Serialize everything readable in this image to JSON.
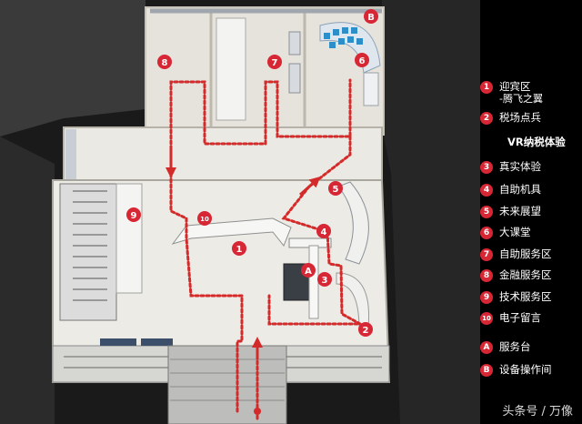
{
  "legend": {
    "items": [
      {
        "badge": "1",
        "label": "迎宾区",
        "sublabel": "-腾飞之翼"
      },
      {
        "badge": "2",
        "label": "税场点兵"
      },
      {
        "badge": "",
        "label": "VR纳税体验"
      },
      {
        "badge": "3",
        "label": "真实体验"
      },
      {
        "badge": "4",
        "label": "自助机具"
      },
      {
        "badge": "5",
        "label": "未来展望"
      },
      {
        "badge": "6",
        "label": "大课堂"
      },
      {
        "badge": "7",
        "label": "自助服务区"
      },
      {
        "badge": "8",
        "label": "金融服务区"
      },
      {
        "badge": "9",
        "label": "技术服务区"
      },
      {
        "badge": "10",
        "label": "电子留言"
      },
      {
        "badge": "A",
        "label": "服务台"
      },
      {
        "badge": "B",
        "label": "设备操作间"
      }
    ]
  },
  "map_markers": [
    "1",
    "2",
    "3",
    "4",
    "5",
    "6",
    "7",
    "8",
    "9",
    "10",
    "A",
    "B"
  ],
  "watermark": "头条号 / 万像",
  "colors": {
    "accent": "#d72634",
    "background": "#000000",
    "floor": "#e9e7e1",
    "route": "#d42a2a"
  }
}
